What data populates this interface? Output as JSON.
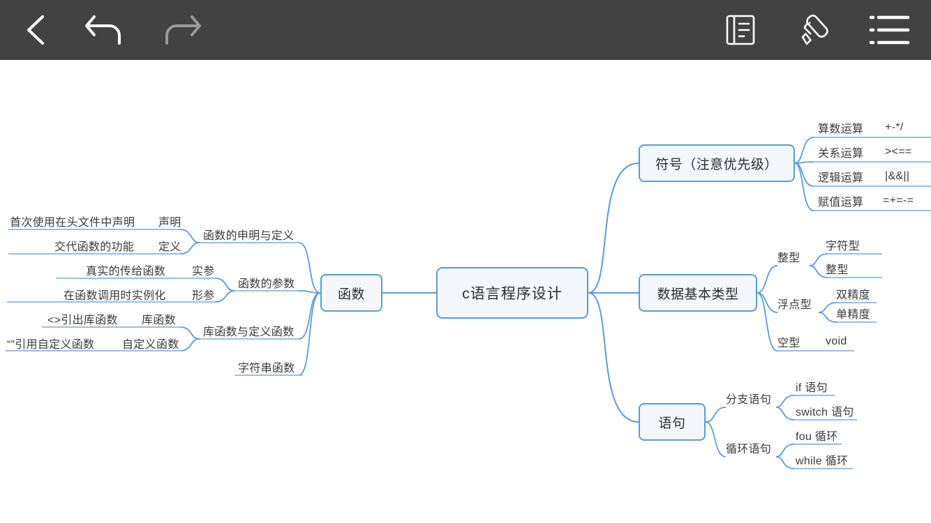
{
  "app": {
    "title": "Mind Map Editor",
    "background": "#ffffff",
    "toolbar_background": "#424242",
    "accent": "#5b9bd5",
    "node_fill": "#f4f8fc",
    "line_color": "#8ab6de",
    "text_color": "#2b2b2b"
  },
  "toolbar": {
    "left": [
      {
        "name": "back-icon",
        "label": "Back",
        "state": "enabled"
      },
      {
        "name": "undo-icon",
        "label": "Undo",
        "state": "enabled"
      },
      {
        "name": "redo-icon",
        "label": "Redo",
        "state": "disabled"
      }
    ],
    "right": [
      {
        "name": "outline-icon",
        "label": "Outline",
        "state": "enabled"
      },
      {
        "name": "paint-roller-icon",
        "label": "Style",
        "state": "enabled"
      },
      {
        "name": "menu-icon",
        "label": "Menu",
        "state": "enabled"
      }
    ]
  },
  "mindmap": {
    "root": "c语言程序设计",
    "left_branches": [
      {
        "label": "函数",
        "children": [
          {
            "label": "函数的申明与定义",
            "children": [
              {
                "label": "声明",
                "note": "首次使用在头文件中声明"
              },
              {
                "label": "定义",
                "note": "交代函数的功能"
              }
            ]
          },
          {
            "label": "函数的参数",
            "children": [
              {
                "label": "实参",
                "note": "真实的传给函数"
              },
              {
                "label": "形参",
                "note": "在函数调用时实例化"
              }
            ]
          },
          {
            "label": "库函数与定义函数",
            "children": [
              {
                "label": "库函数",
                "note": "<>引出库函数"
              },
              {
                "label": "自定义函数",
                "note": "“”引用自定义函数"
              }
            ]
          },
          {
            "label": "字符串函数",
            "children": []
          }
        ]
      }
    ],
    "right_branches": [
      {
        "label": "符号（注意优先级）",
        "children": [
          {
            "label": "算数运算",
            "value": "+-*/"
          },
          {
            "label": "关系运算",
            "value": "><=="
          },
          {
            "label": "逻辑运算",
            "value": "|&&||"
          },
          {
            "label": "赋值运算",
            "value": "=+=-="
          }
        ]
      },
      {
        "label": "数据基本类型",
        "children": [
          {
            "label": "整型",
            "leaves": [
              "字符型",
              "整型"
            ]
          },
          {
            "label": "浮点型",
            "leaves": [
              "双精度",
              "单精度"
            ]
          },
          {
            "label": "空型",
            "value": "void"
          }
        ]
      },
      {
        "label": "语句",
        "children": [
          {
            "label": "分支语句",
            "leaves": [
              "if 语句",
              "switch 语句"
            ]
          },
          {
            "label": "循环语句",
            "leaves": [
              "fou 循环",
              "while 循环"
            ]
          }
        ]
      }
    ]
  }
}
